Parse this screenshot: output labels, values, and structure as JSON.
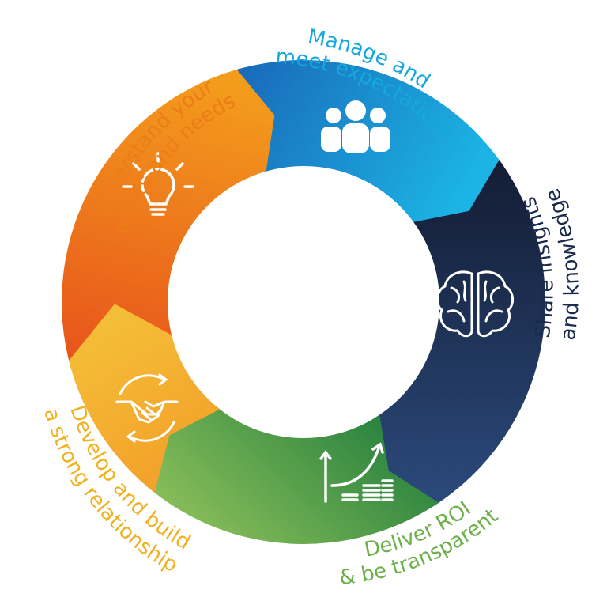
{
  "diagram": {
    "type": "cycle",
    "segments": [
      {
        "id": "understand",
        "lines": [
          "Understand your",
          "wants and needs"
        ],
        "icon": "lightbulb-icon",
        "color_start": "#f39c1c",
        "color_end": "#e8541b",
        "label_color": "#ec7d19"
      },
      {
        "id": "manage",
        "lines": [
          "Manage and",
          "meet expectations"
        ],
        "icon": "team-icon",
        "color_start": "#1a68b8",
        "color_end": "#1bb4e5",
        "label_color": "#14a8dc"
      },
      {
        "id": "share",
        "lines": [
          "Share insights",
          "and knowledge"
        ],
        "icon": "brain-icon",
        "color_start": "#131c33",
        "color_end": "#2b4a7c",
        "label_color": "#1b2a4c"
      },
      {
        "id": "deliver",
        "lines": [
          "Deliver ROI",
          "& be transparent"
        ],
        "icon": "growth-chart-icon",
        "color_start": "#8cc05a",
        "color_end": "#1e7b3c",
        "label_color": "#6cb04a"
      },
      {
        "id": "develop",
        "lines": [
          "Develop and build",
          "a strong relationship"
        ],
        "icon": "handshake-icon",
        "color_start": "#f4c43a",
        "color_end": "#f3a12a",
        "label_color": "#f1b11e"
      }
    ]
  }
}
